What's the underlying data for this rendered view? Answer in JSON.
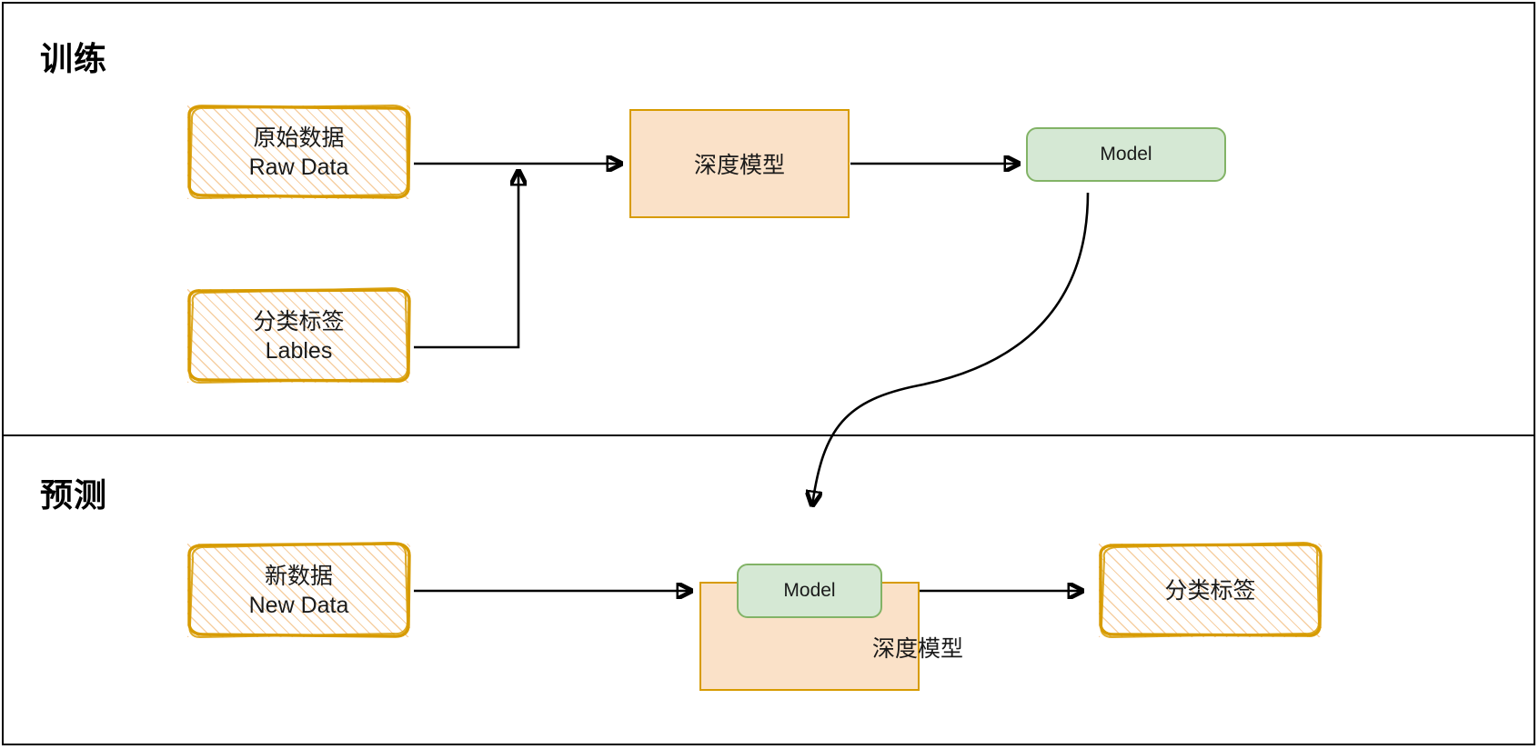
{
  "diagram": {
    "title_visible": false,
    "sections": [
      {
        "id": "training",
        "label": "训练"
      },
      {
        "id": "prediction",
        "label": "预测"
      }
    ],
    "nodes": {
      "raw_data": {
        "line1": "原始数据",
        "line2": "Raw Data",
        "style": "hatched-sketch"
      },
      "labels": {
        "line1": "分类标签",
        "line2": "Lables",
        "style": "hatched-sketch"
      },
      "deep_model_train": {
        "line1": "深度模型",
        "style": "solid-orange"
      },
      "model_train": {
        "line1": "Model",
        "style": "rounded-green"
      },
      "new_data": {
        "line1": "新数据",
        "line2": "New Data",
        "style": "hatched-sketch"
      },
      "deep_model_pred": {
        "line1": "深度模型",
        "style": "solid-orange"
      },
      "model_pred": {
        "line1": "Model",
        "style": "rounded-green"
      },
      "class_labels_out": {
        "line1": "分类标签",
        "style": "hatched-sketch"
      }
    },
    "edges": [
      {
        "from": "raw_data",
        "to": "deep_model_train",
        "kind": "straight-arrow"
      },
      {
        "from": "labels",
        "to": "merge-point",
        "kind": "elbow-arrow"
      },
      {
        "from": "deep_model_train",
        "to": "model_train",
        "kind": "straight-arrow"
      },
      {
        "from": "model_train",
        "to": "model_pred",
        "kind": "curved-arrow"
      },
      {
        "from": "new_data",
        "to": "deep_model_pred",
        "kind": "straight-arrow"
      },
      {
        "from": "deep_model_pred",
        "to": "class_labels_out",
        "kind": "straight-arrow"
      }
    ],
    "colors": {
      "sketch_border": "#d79b00",
      "sketch_hatch": "#f6cfa2",
      "orange_fill": "#fae1c8",
      "orange_border": "#d79b00",
      "green_fill": "#d5e8d4",
      "green_border": "#82b366",
      "line": "#000000",
      "text": "#1a1a1a",
      "background": "#ffffff"
    }
  }
}
